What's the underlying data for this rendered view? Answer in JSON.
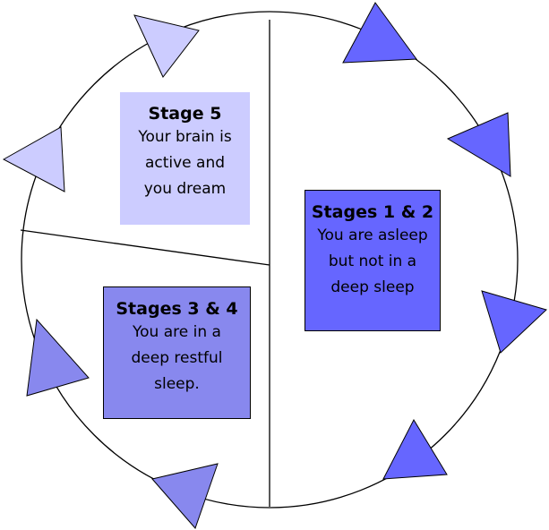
{
  "colors": {
    "circle_stroke": "#000000",
    "divider_stroke": "#000000",
    "stage5_fill": "#ccccff",
    "stage12_fill": "#6666ff",
    "stage34_fill": "#8888ee",
    "arrow_light": "#ccccff",
    "arrow_medium": "#8888ee",
    "arrow_dark": "#6666ff"
  },
  "stages": {
    "stage5": {
      "title": "Stage 5",
      "lines": [
        "Your brain  is",
        "active and",
        "you dream"
      ]
    },
    "stage12": {
      "title": "Stages 1 & 2",
      "lines": [
        "You are asleep",
        "but not in a",
        "deep sleep"
      ]
    },
    "stage34": {
      "title": "Stages 3 & 4",
      "lines": [
        "You are in a",
        "deep restful",
        "sleep."
      ]
    }
  },
  "arrows": [
    {
      "name": "arrow-top-left",
      "color": "arrow_light"
    },
    {
      "name": "arrow-left-upper",
      "color": "arrow_light"
    },
    {
      "name": "arrow-left-lower",
      "color": "arrow_medium"
    },
    {
      "name": "arrow-bottom-left",
      "color": "arrow_medium"
    },
    {
      "name": "arrow-bottom-right",
      "color": "arrow_dark"
    },
    {
      "name": "arrow-right-lower",
      "color": "arrow_dark"
    },
    {
      "name": "arrow-right-upper",
      "color": "arrow_dark"
    },
    {
      "name": "arrow-top-right",
      "color": "arrow_dark"
    }
  ]
}
